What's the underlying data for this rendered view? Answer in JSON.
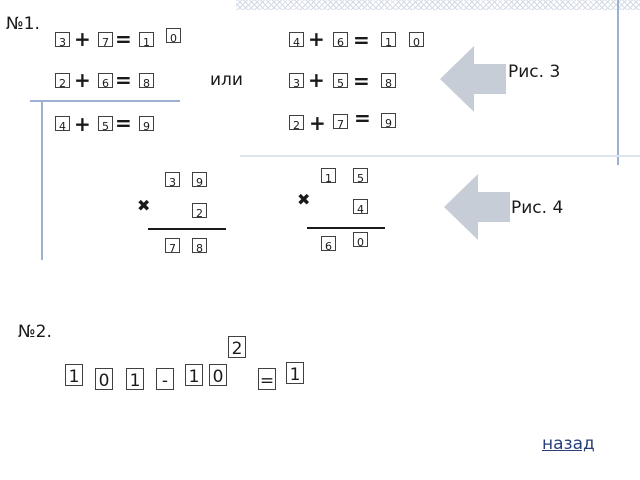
{
  "task1": {
    "label": "№1.",
    "or_label": "или",
    "fig3_label": "Рис. 3",
    "fig4_label": "Рис. 4",
    "left_equations": [
      {
        "a": "3",
        "b": "7",
        "r1": "1",
        "r2": "0"
      },
      {
        "a": "2",
        "b": "6",
        "r1": "8"
      },
      {
        "a": "4",
        "b": "5",
        "r1": "9"
      }
    ],
    "right_equations": [
      {
        "a": "4",
        "b": "6",
        "r1": "1",
        "r2": "0"
      },
      {
        "a": "3",
        "b": "5",
        "r1": "8"
      },
      {
        "a": "2",
        "b": "7",
        "r1": "9"
      }
    ],
    "mult_left": {
      "top1": "3",
      "top2": "9",
      "factor": "2",
      "res1": "7",
      "res2": "8"
    },
    "mult_right": {
      "top1": "1",
      "top2": "5",
      "factor": "4",
      "res1": "6",
      "res2": "0"
    },
    "plus_sign": "+",
    "eq_sign": "=",
    "times_sign": "✖"
  },
  "task2": {
    "label": "№2.",
    "top_box": "2",
    "digits": [
      "1",
      "0",
      "1",
      "-",
      "1",
      "0"
    ],
    "eq_sign": "=",
    "result": "1"
  },
  "nav": {
    "back_label": "назад"
  },
  "colors": {
    "arrow": "#c7cdd6",
    "decor_line": "#9db0d0"
  }
}
